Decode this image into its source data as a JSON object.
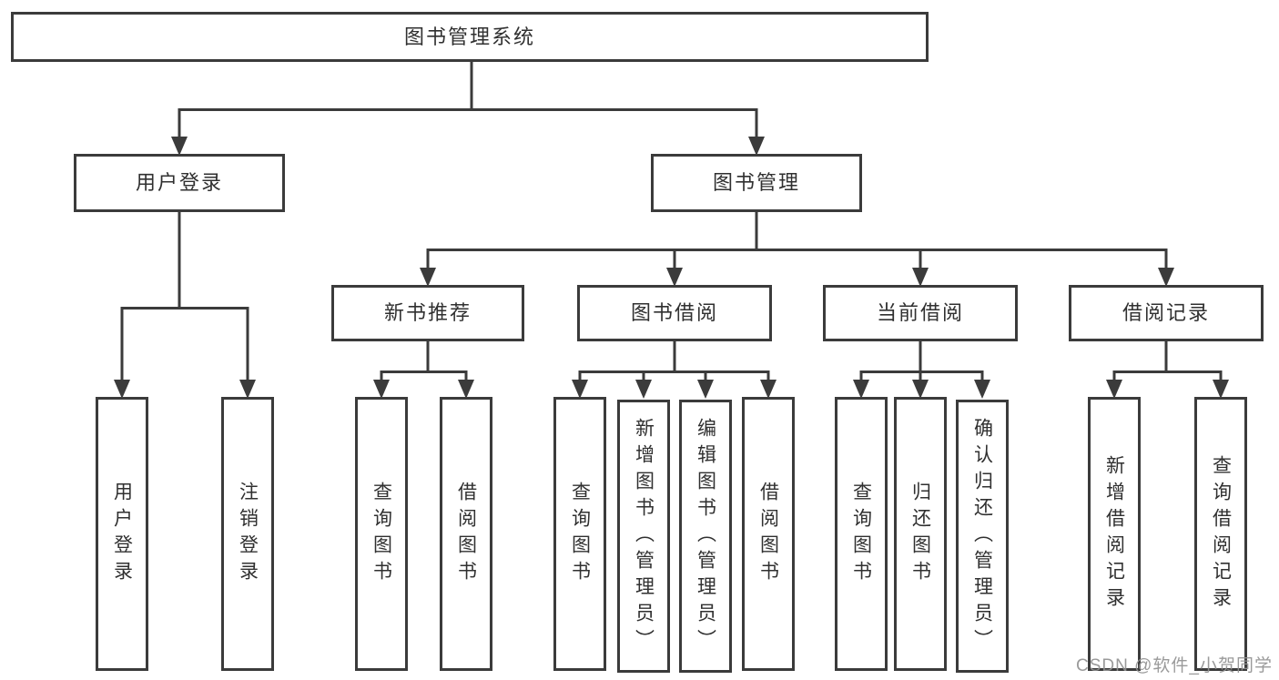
{
  "diagram": {
    "type": "function-structure-tree",
    "title": "图书管理系统",
    "watermark": "CSDN @软件_小贺同学",
    "colors": {
      "stroke": "#3b3b3b",
      "text": "#303030",
      "background": "#ffffff",
      "watermark": "#919191"
    },
    "nodes": {
      "root": {
        "label": "图书管理系统"
      },
      "user_login": {
        "label": "用户登录"
      },
      "book_mgmt": {
        "label": "图书管理"
      },
      "new_books": {
        "label": "新书推荐"
      },
      "book_borrow": {
        "label": "图书借阅"
      },
      "current_borrow": {
        "label": "当前借阅"
      },
      "borrow_records": {
        "label": "借阅记录"
      },
      "leaf_user_login": {
        "label": "用户登录"
      },
      "leaf_logout": {
        "label": "注销登录"
      },
      "nb_query_books": {
        "label": "查询图书"
      },
      "nb_borrow_books": {
        "label": "借阅图书"
      },
      "bb_query_books": {
        "label": "查询图书"
      },
      "bb_add_books": {
        "label": "新增图书（管理员）"
      },
      "bb_edit_books": {
        "label": "编辑图书（管理员）"
      },
      "bb_borrow_books": {
        "label": "借阅图书"
      },
      "cb_query_books": {
        "label": "查询图书"
      },
      "cb_return_books": {
        "label": "归还图书"
      },
      "cb_confirm_return": {
        "label": "确认归还（管理员）"
      },
      "br_add_record": {
        "label": "新增借阅记录"
      },
      "br_query_record": {
        "label": "查询借阅记录"
      }
    },
    "hierarchy": {
      "root": [
        "user_login",
        "book_mgmt"
      ],
      "user_login": [
        "leaf_user_login",
        "leaf_logout"
      ],
      "book_mgmt": [
        "new_books",
        "book_borrow",
        "current_borrow",
        "borrow_records"
      ],
      "new_books": [
        "nb_query_books",
        "nb_borrow_books"
      ],
      "book_borrow": [
        "bb_query_books",
        "bb_add_books",
        "bb_edit_books",
        "bb_borrow_books"
      ],
      "current_borrow": [
        "cb_query_books",
        "cb_return_books",
        "cb_confirm_return"
      ],
      "borrow_records": [
        "br_add_record",
        "br_query_record"
      ]
    }
  }
}
